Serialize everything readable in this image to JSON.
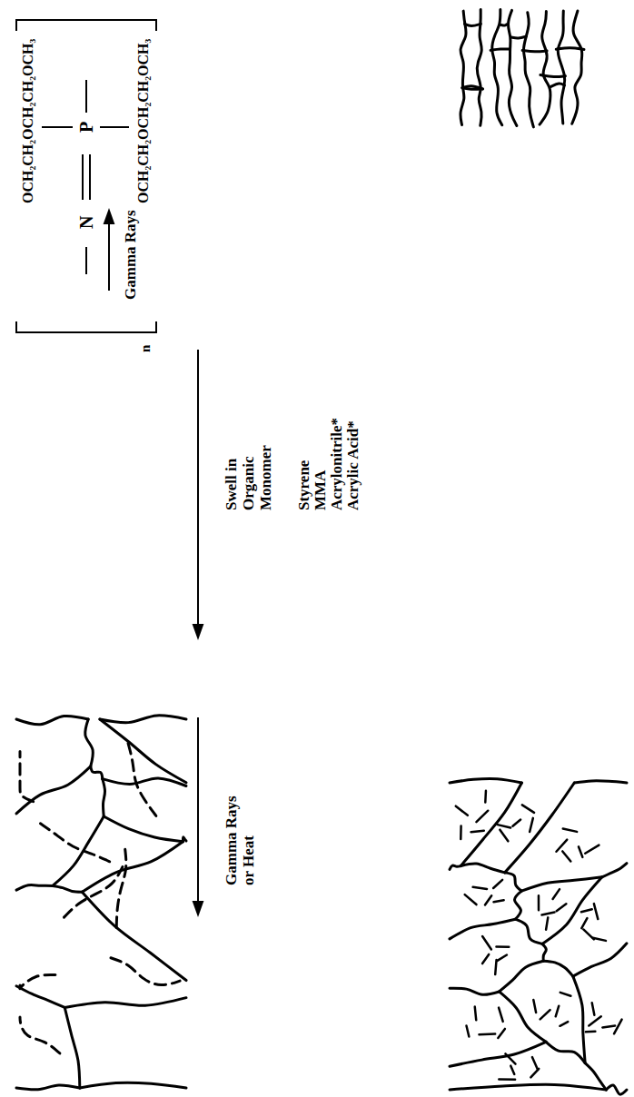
{
  "diagram": {
    "labels": [
      "OCH₂CH₂OCH₂CH₂OCH₃",
      "N",
      "P",
      "OCH₂CH₂OCH₂CH₂OCH₃",
      "n",
      "Gamma Rays",
      "Swell in Organic Monomer",
      "Styrene",
      "MMA",
      "Acrylonitrile*",
      "Acrylic Acid*",
      "Gamma Rays or Heat"
    ]
  }
}
